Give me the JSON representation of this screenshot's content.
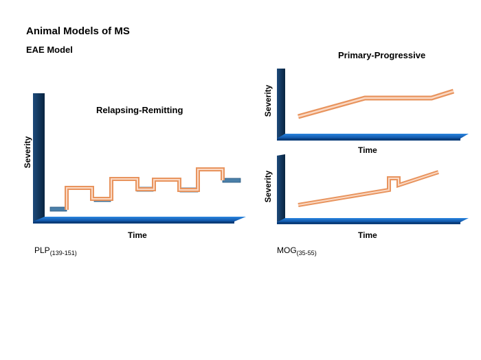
{
  "slide": {
    "title": "Animal Models of MS",
    "subtitle": "EAE Model"
  },
  "panels": {
    "relapsing_remitting": {
      "title": "Relapsing-Remitting",
      "y_axis_label": "Severity",
      "x_axis_label": "Time",
      "antigen": {
        "name": "PLP",
        "subscript": "(139-151)"
      }
    },
    "primary_progressive": {
      "title": "Primary-Progressive",
      "upper": {
        "y_axis_label": "Severity",
        "x_axis_label": "Time"
      },
      "lower": {
        "y_axis_label": "Severity",
        "x_axis_label": "Time"
      },
      "antigen": {
        "name": "MOG",
        "subscript": "(35-55)"
      }
    }
  },
  "colors": {
    "axis_wall": "#0b2f55",
    "axis_floor": "#1565c0",
    "course_line": "#f0a070",
    "course_line_inner": "#fbd9c4",
    "remission_block": "#4a7fa8"
  }
}
